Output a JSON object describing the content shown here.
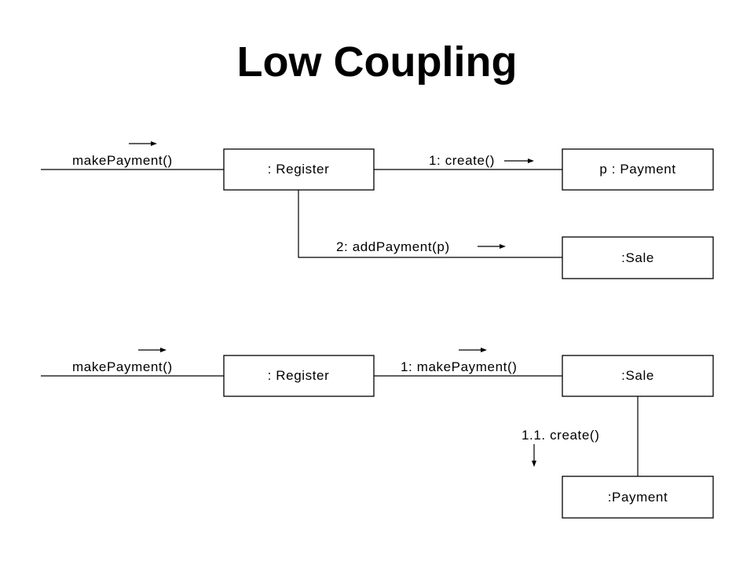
{
  "title": "Low Coupling",
  "diagram1": {
    "incoming_message": "makePayment()",
    "register": ": Register",
    "payment": "p : Payment",
    "sale": ":Sale",
    "msg_create": "1: create()",
    "msg_add_payment": "2: addPayment(p)"
  },
  "diagram2": {
    "incoming_message": "makePayment()",
    "register": ": Register",
    "sale": ":Sale",
    "payment": ":Payment",
    "msg_make_payment": "1: makePayment()",
    "msg_create": "1.1. create()"
  }
}
